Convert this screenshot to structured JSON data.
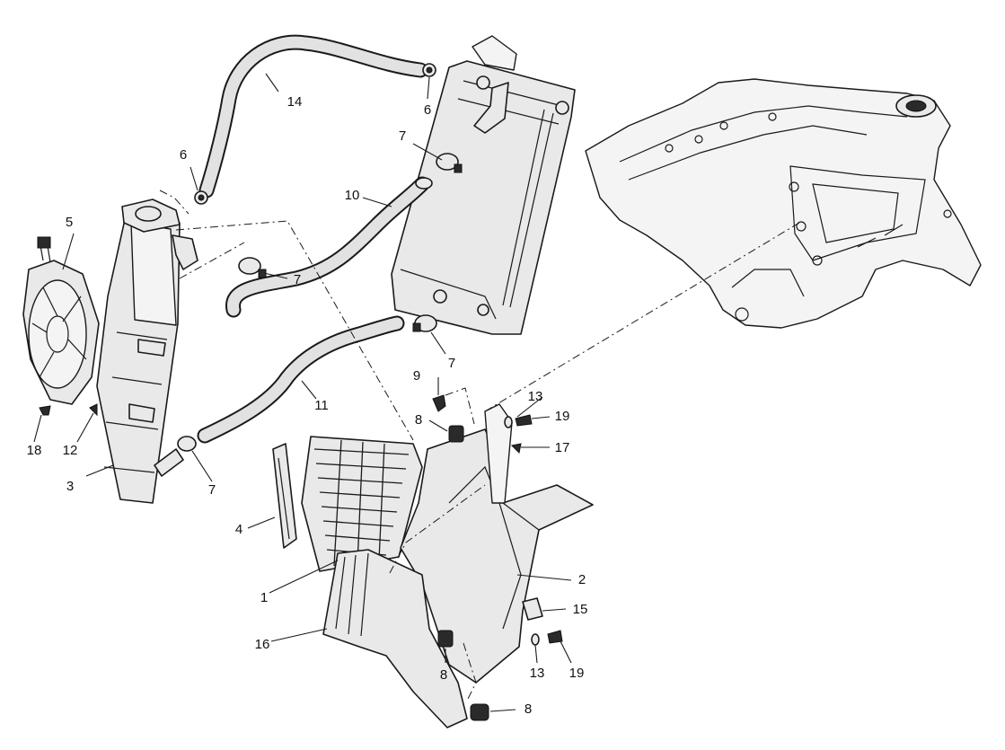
{
  "callouts": {
    "c1": "1",
    "c2": "2",
    "c3": "3",
    "c4": "4",
    "c5": "5",
    "c6a": "6",
    "c6b": "6",
    "c7a": "7",
    "c7b": "7",
    "c7c": "7",
    "c7d": "7",
    "c8a": "8",
    "c8b": "8",
    "c8c": "8",
    "c9": "9",
    "c10": "10",
    "c11": "11",
    "c12": "12",
    "c13a": "13",
    "c13b": "13",
    "c14": "14",
    "c15": "15",
    "c16": "16",
    "c17": "17",
    "c18": "18",
    "c19a": "19",
    "c19b": "19"
  }
}
